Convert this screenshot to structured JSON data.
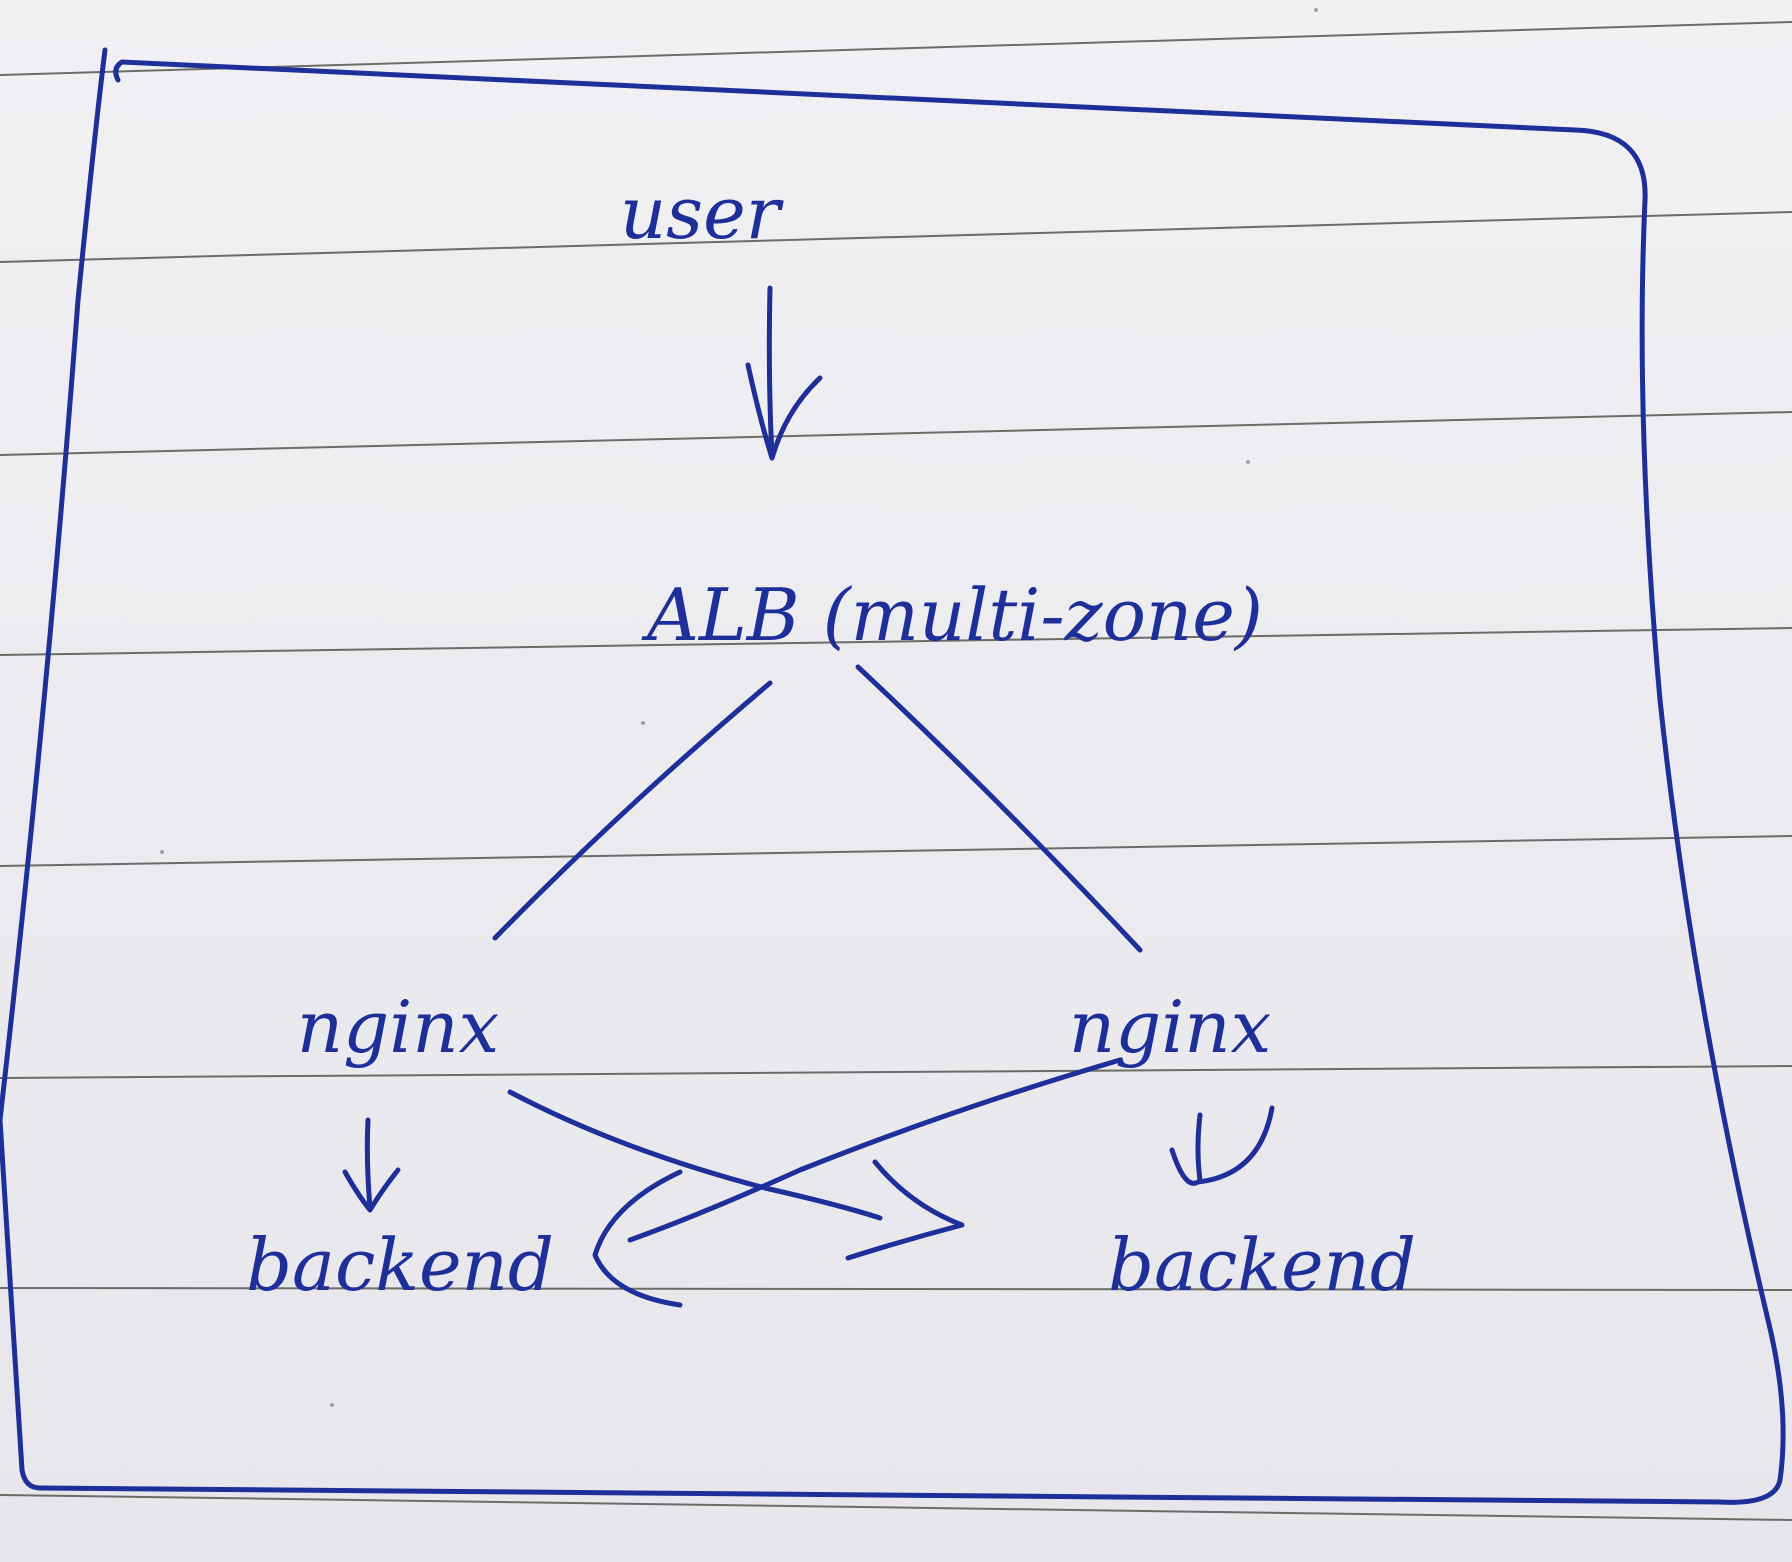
{
  "diagram": {
    "nodes": {
      "user": "user",
      "alb": "ALB (multi-zone)",
      "nginx_left": "nginx",
      "nginx_right": "nginx",
      "backend_left": "backend",
      "backend_right": "backend"
    },
    "edges": [
      {
        "from": "user",
        "to": "alb",
        "arrow": true
      },
      {
        "from": "alb",
        "to": "nginx_left",
        "arrow": false
      },
      {
        "from": "alb",
        "to": "nginx_right",
        "arrow": false
      },
      {
        "from": "nginx_left",
        "to": "backend_left",
        "arrow": true
      },
      {
        "from": "nginx_right",
        "to": "backend_right",
        "arrow": true
      },
      {
        "from": "nginx_left",
        "to": "backend_right",
        "arrow": true
      },
      {
        "from": "nginx_right",
        "to": "backend_left",
        "arrow": true
      }
    ]
  },
  "colors": {
    "ink": "#1e2f9a",
    "paper": "#ececf0",
    "rule_line": "#55564f"
  }
}
